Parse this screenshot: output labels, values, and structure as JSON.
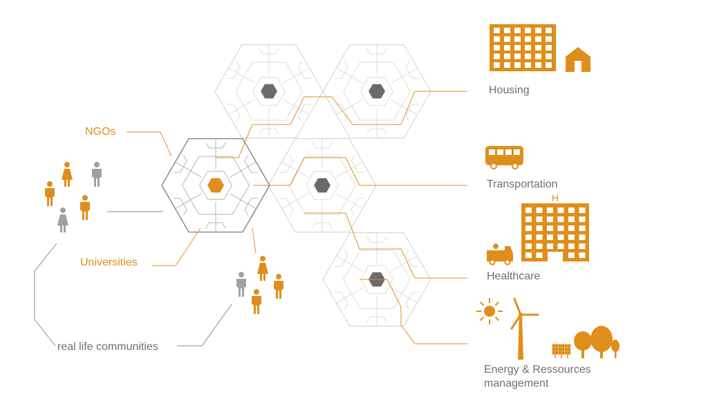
{
  "colors": {
    "accent": "#e08e1b",
    "gray_text": "#6f6f6f",
    "hub": "#6b6b6b",
    "grid_line": "#d0d0d0",
    "cell_outline": "#7a7a7a",
    "person_gray": "#a0a0a0"
  },
  "labels": {
    "ngos": "NGOs",
    "universities": "Universities",
    "communities": "real life communities",
    "housing": "Housing",
    "transportation": "Transportation",
    "healthcare": "Healthcare",
    "energy_line1": "Energy & Ressources",
    "energy_line2": "management",
    "hospital_sign": "H"
  },
  "icons": [
    "apartment-building-icon",
    "house-icon",
    "bus-icon",
    "ambulance-icon",
    "hospital-icon",
    "sun-icon",
    "wind-turbine-icon",
    "wheat-icon",
    "tree-icon",
    "person-icon"
  ]
}
